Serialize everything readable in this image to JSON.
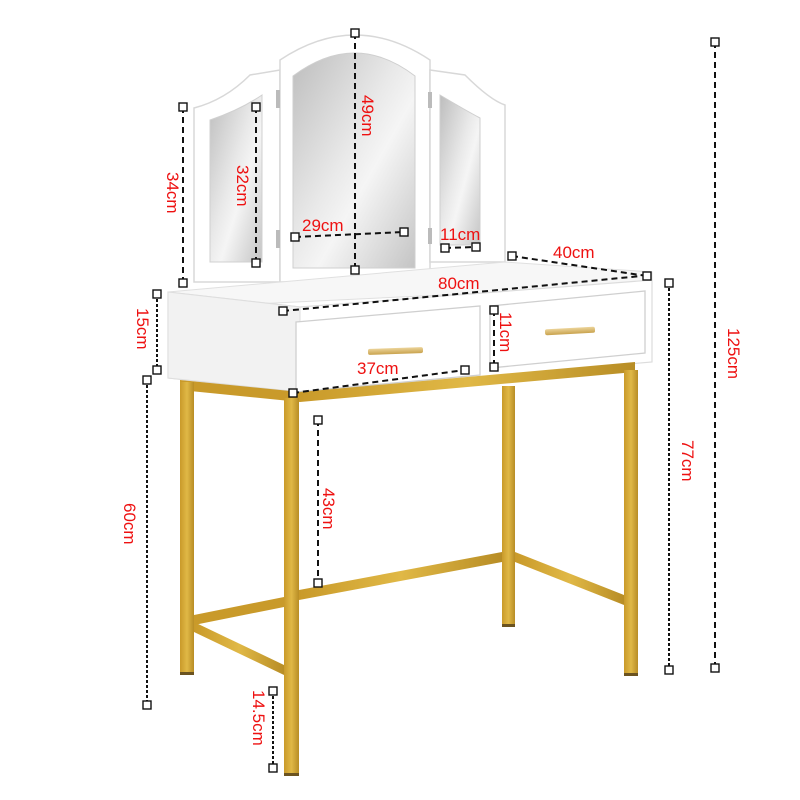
{
  "product": {
    "name": "vanity-dressing-table-with-tri-fold-mirror",
    "colors": {
      "body": "#ffffff",
      "body_shadow": "#e6e6e6",
      "edge": "#d0d0d0",
      "mirror": "#c9c9c9",
      "mirror_light": "#efefef",
      "gold_frame": "#d4a937",
      "gold_dark": "#b88d25",
      "handle": "#d9b96a",
      "dimension_text": "#ee1111",
      "dimension_line": "#111111"
    }
  },
  "dimensions": {
    "mirror_center_height": "49cm",
    "mirror_side_frame_height": "34cm",
    "mirror_side_glass_height": "32cm",
    "mirror_center_glass_width": "29cm",
    "mirror_side_glass_width": "11cm",
    "table_depth": "40cm",
    "table_width": "80cm",
    "drawer_box_height": "15cm",
    "drawer_height": "11cm",
    "drawer_width": "37cm",
    "leg_height": "60cm",
    "knee_clearance": "43cm",
    "crossbar_height": "14.5cm",
    "table_height": "77cm",
    "total_height": "125cm"
  }
}
